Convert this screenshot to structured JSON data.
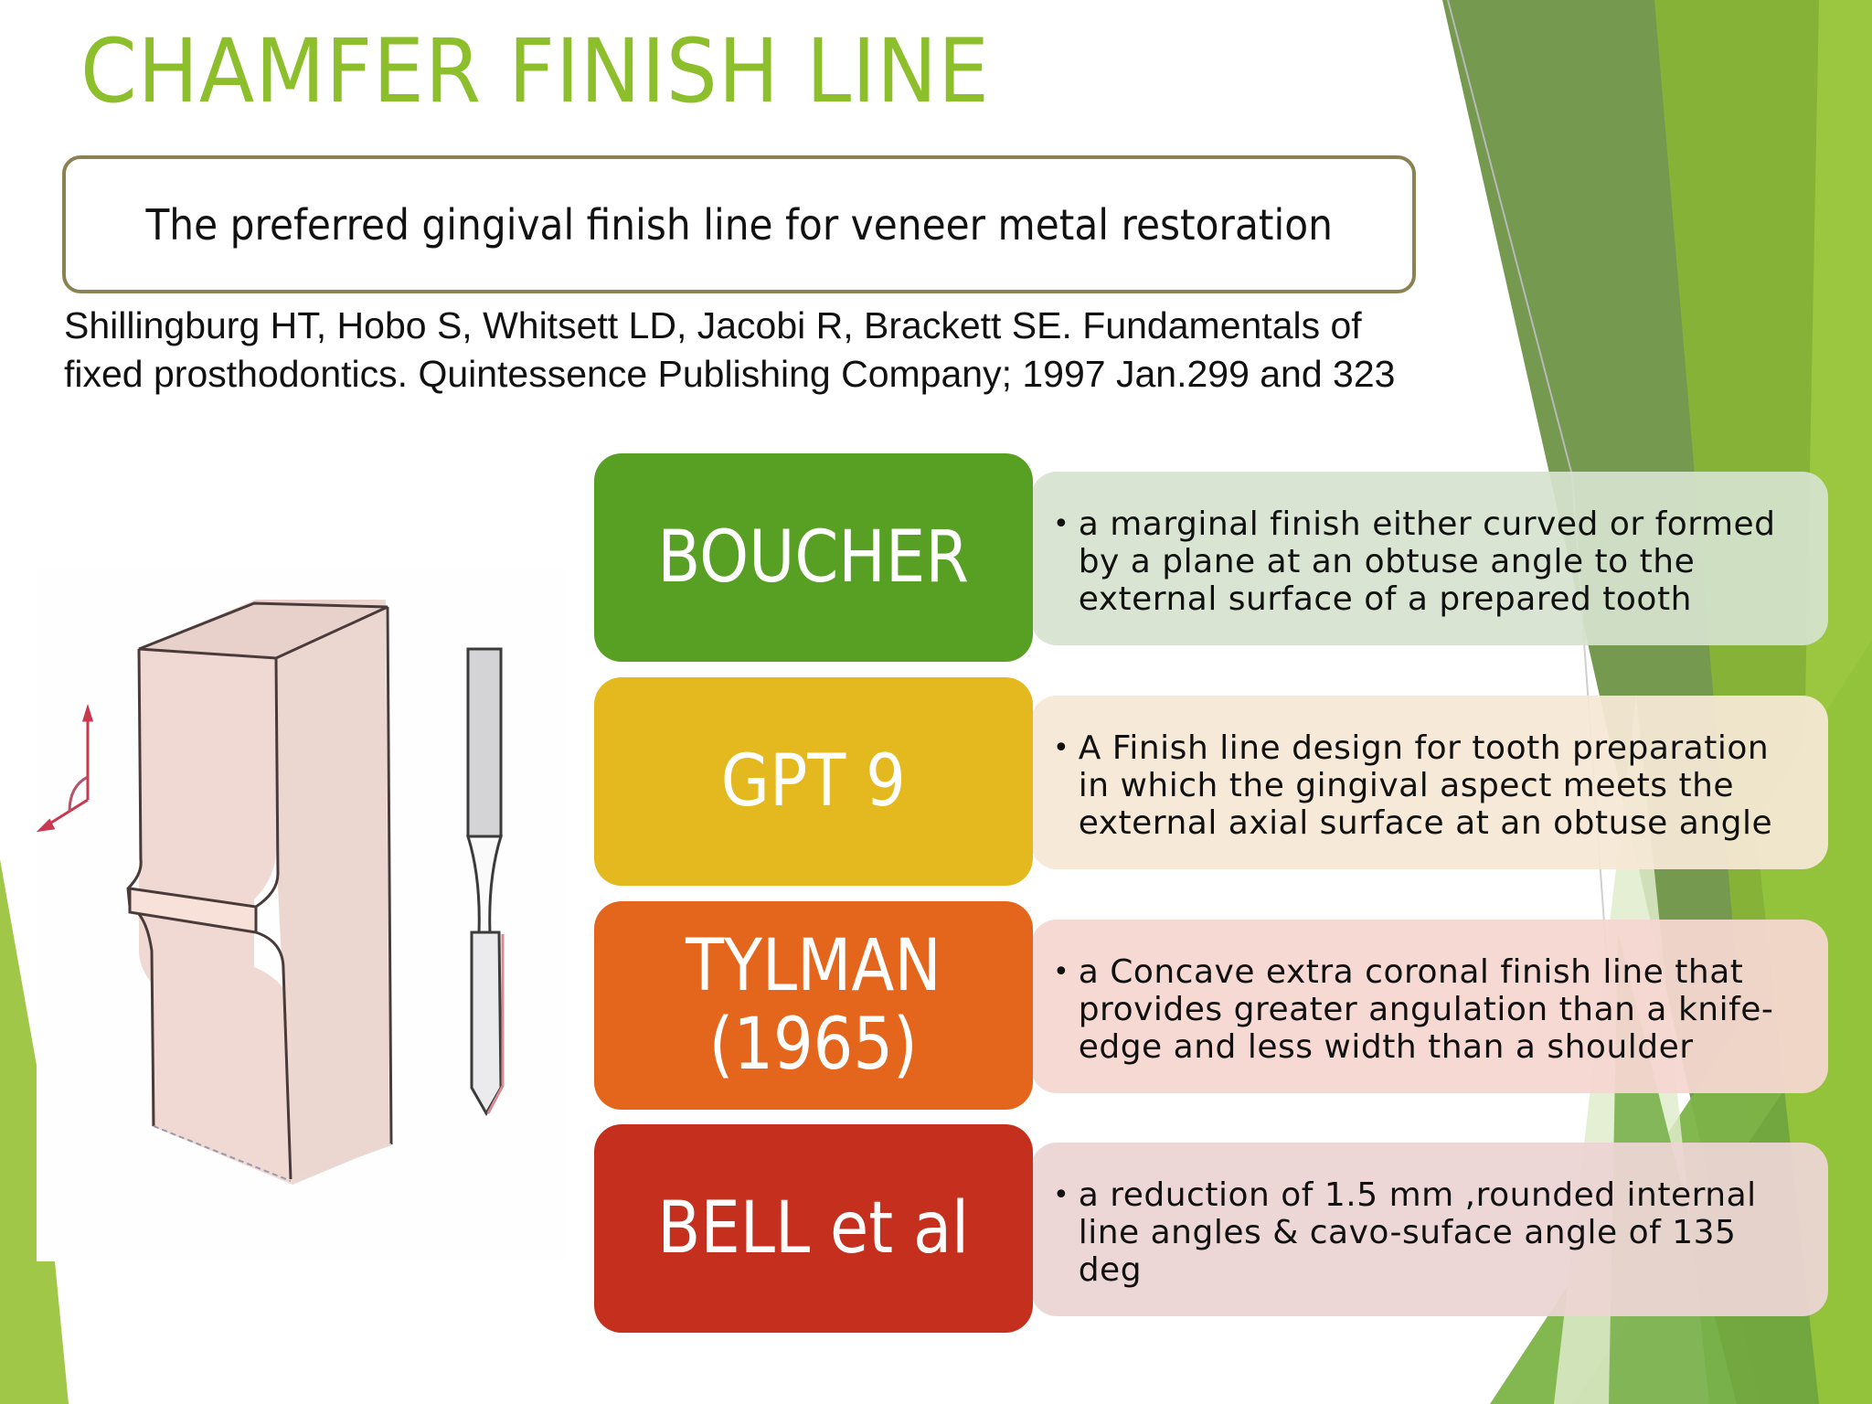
{
  "slide": {
    "title": "CHAMFER FINISH LINE",
    "definition": "The preferred gingival finish line for veneer metal restoration",
    "citation": {
      "line1": "Shillingburg HT, Hobo S, Whitsett LD, Jacobi R, Brackett SE. Fundamentals of",
      "line2": "fixed prosthodontics. Quintessence Publishing Company; 1997 Jan.299 and 323"
    },
    "rows": [
      {
        "label": "BOUCHER",
        "label_color": "#57a024",
        "desc_bg": "#d6e3ce",
        "description": "a marginal finish either curved or formed by a plane at an obtuse angle to the external surface of a prepared tooth"
      },
      {
        "label": "GPT 9",
        "label_color": "#e4b81f",
        "desc_bg": "#f5e8d4",
        "description": "A Finish line design for tooth preparation in which the gingival aspect meets the external axial surface at an obtuse angle"
      },
      {
        "label_line1": "TYLMAN",
        "label_line2": "(1965)",
        "label_color": "#e4661c",
        "desc_bg": "#f5d7d0",
        "description": "a Concave extra coronal finish line that provides greater angulation than a knife-edge and less width than a shoulder"
      },
      {
        "label": "BELL et al",
        "label_color": "#c52f1d",
        "desc_bg": "#ecd5d3",
        "description": "a reduction of 1.5 mm ,rounded internal line angles & cavo-suface angle of 135 deg"
      }
    ],
    "bullet": "•"
  },
  "theme": {
    "title_color": "#8dbf2c",
    "box_border": "#8b8254",
    "green_dark": "#6f9c4c",
    "green_mid": "#7cb342",
    "green_light": "#9cc840"
  }
}
